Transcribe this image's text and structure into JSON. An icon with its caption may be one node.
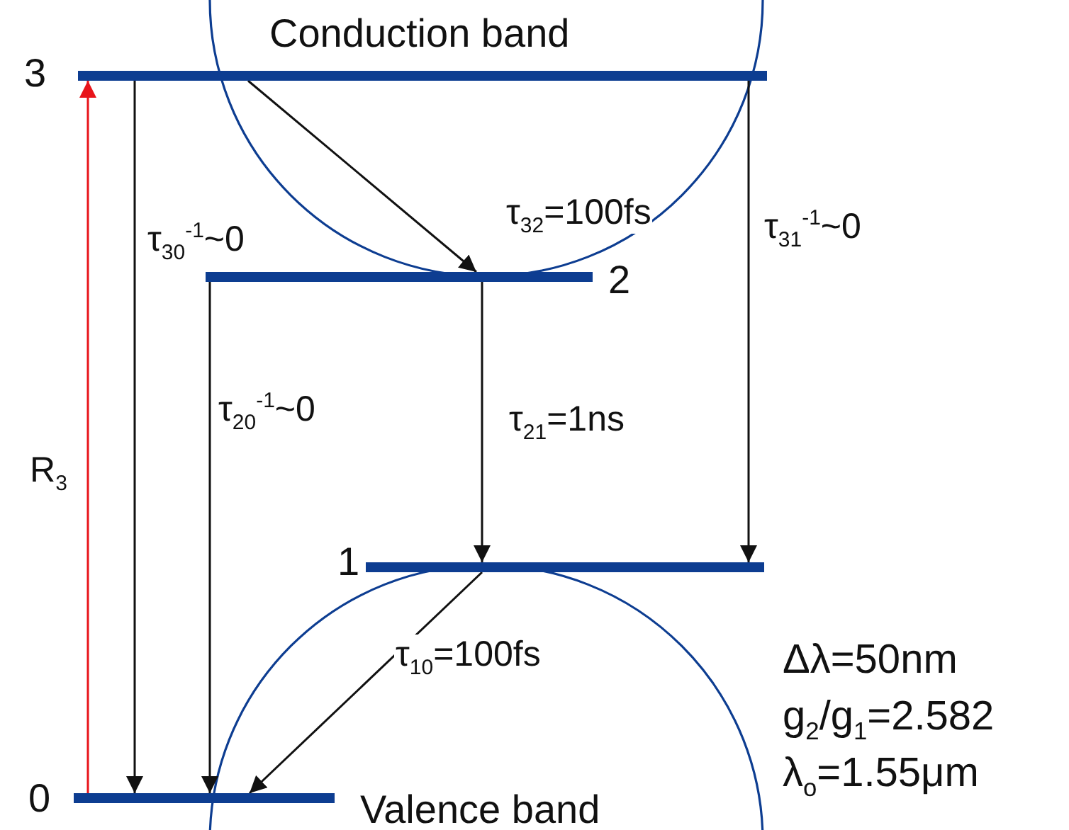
{
  "diagram": {
    "nodes": [
      {
        "text": [
          "Conduction band"
        ]
      },
      {
        "text": [],
        "shape": "bar",
        "beside": [
          "3"
        ]
      },
      {
        "text": [],
        "shape": "bar",
        "beside": [
          "2"
        ]
      },
      {
        "text": [],
        "shape": "bar",
        "beside": [
          "1"
        ]
      },
      {
        "text": [],
        "shape": "bar",
        "beside": [
          "0"
        ]
      },
      {
        "text": [
          "Valence band"
        ]
      }
    ],
    "edges": [
      {
        "from": 4,
        "to": 1,
        "arrow": "to",
        "label": "R$_{3}$",
        "color": "#e8141a"
      },
      {
        "from": 1,
        "to": 4,
        "arrow": "to",
        "label": "τ$_{30}$$^{-1}$~0"
      },
      {
        "from": 1,
        "to": 2,
        "arrow": "to",
        "label": "τ$_{32}$=100fs"
      },
      {
        "from": 2,
        "to": 4,
        "arrow": "to",
        "label": "τ$_{20}$$^{-1}$~0"
      },
      {
        "from": 2,
        "to": 3,
        "arrow": "to",
        "label": "τ$_{21}$=1ns"
      },
      {
        "from": 1,
        "to": 3,
        "arrow": "to",
        "label": "τ$_{31}$$^{-1}$~0"
      },
      {
        "from": 3,
        "to": 4,
        "arrow": "to",
        "label": "τ$_{10}$=100fs"
      }
    ],
    "labels": [
      "Δλ=50nm",
      "g$_{2}$/g$_{1}$=2.582",
      "λ$_{o}$=1.55μm"
    ]
  }
}
